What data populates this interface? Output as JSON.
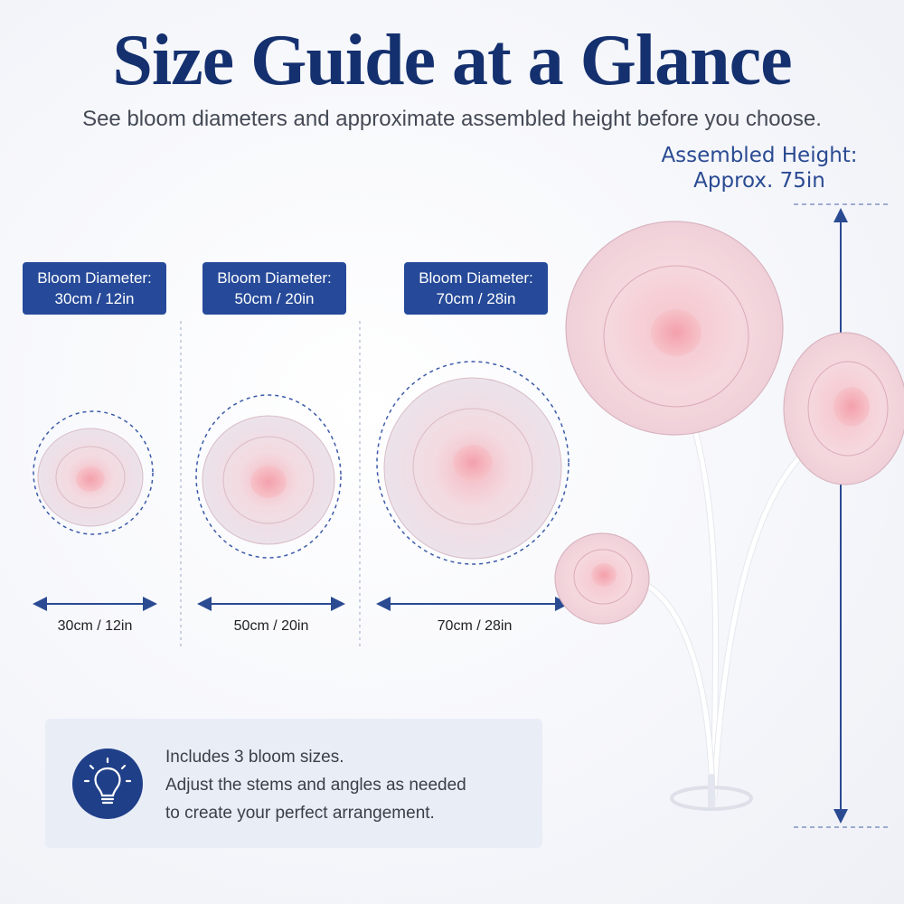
{
  "header": {
    "title": "Size Guide at a Glance",
    "subtitle": "See bloom diameters and approximate assembled height before you choose."
  },
  "assembled_height": {
    "line1": "Assembled Height:",
    "line2": "Approx. 75in"
  },
  "blooms": [
    {
      "badge_line1": "Bloom Diameter:",
      "badge_line2": "30cm / 12in",
      "dimension_label": "30cm / 12in"
    },
    {
      "badge_line1": "Bloom Diameter:",
      "badge_line2": "50cm / 20in",
      "dimension_label": "50cm / 20in"
    },
    {
      "badge_line1": "Bloom Diameter:",
      "badge_line2": "70cm / 28in",
      "dimension_label": "70cm / 28in"
    }
  ],
  "tip": {
    "icon": "lightbulb-icon",
    "line1": "Includes 3 bloom sizes.",
    "line2": "Adjust the stems and angles as needed",
    "line3": "to create your perfect arrangement."
  },
  "colors": {
    "title": "#14306e",
    "badge": "#264a99",
    "accent_line": "#2a4a92",
    "petal": "#f4d6dc",
    "center": "#f29aa6",
    "tip_box": "#e9edf6"
  }
}
